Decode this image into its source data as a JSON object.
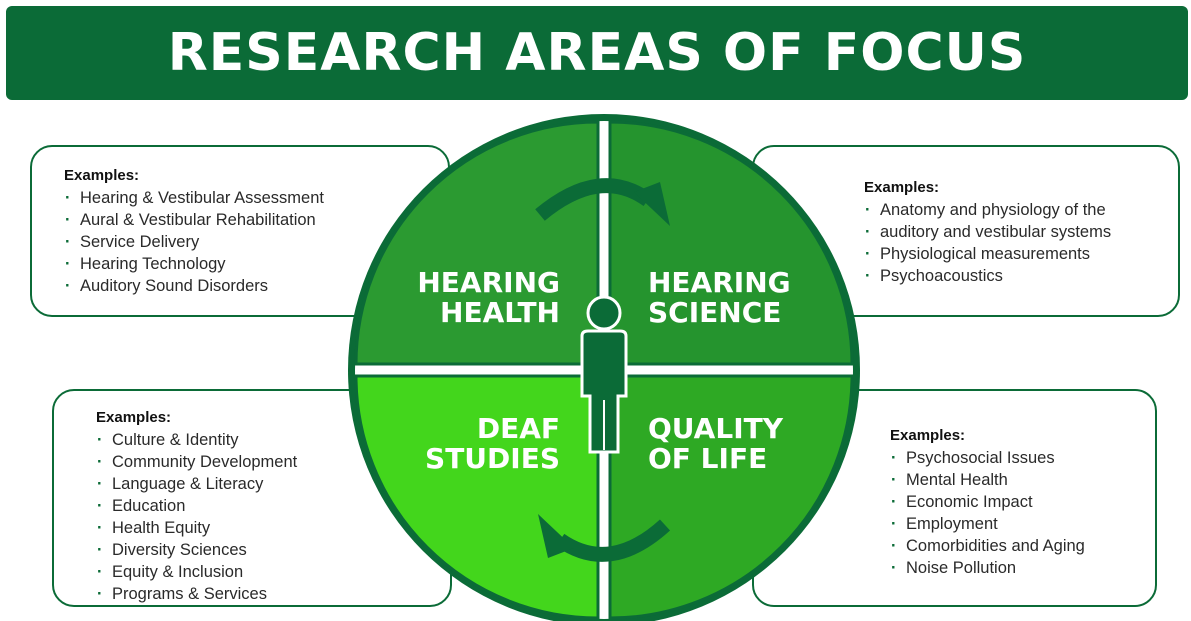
{
  "title": "RESEARCH AREAS OF FOCUS",
  "colors": {
    "dark_green": "#0b6b37",
    "quadrant_health": "#2b9a31",
    "quadrant_science": "#25942e",
    "quadrant_deaf": "#43d61c",
    "quadrant_life": "#2ea924"
  },
  "quadrants": {
    "hearing_health": {
      "line1": "HEARING",
      "line2": "HEALTH"
    },
    "hearing_science": {
      "line1": "HEARING",
      "line2": "SCIENCE"
    },
    "deaf_studies": {
      "line1": "DEAF",
      "line2": "STUDIES"
    },
    "quality_of_life": {
      "line1": "QUALITY",
      "line2": "OF LIFE"
    }
  },
  "icons": [
    "person-icon",
    "curved-arrow-right-icon",
    "curved-arrow-left-icon"
  ],
  "boxes": {
    "hearing_health": {
      "heading": "Examples:",
      "items": [
        "Hearing & Vestibular Assessment",
        "Aural & Vestibular Rehabilitation",
        "Service Delivery",
        "Hearing Technology",
        "Auditory Sound Disorders"
      ]
    },
    "hearing_science": {
      "heading": "Examples:",
      "items": [
        "Anatomy and physiology of the",
        "auditory and vestibular systems",
        "Physiological measurements",
        "Psychoacoustics"
      ]
    },
    "deaf_studies": {
      "heading": "Examples:",
      "items": [
        "Culture & Identity",
        "Community Development",
        "Language & Literacy",
        "Education",
        "Health Equity",
        "Diversity Sciences",
        "Equity & Inclusion",
        "Programs & Services"
      ]
    },
    "quality_of_life": {
      "heading": "Examples:",
      "items": [
        "Psychosocial Issues",
        "Mental Health",
        "Economic Impact",
        "Employment",
        "Comorbidities and Aging",
        "Noise Pollution"
      ]
    }
  }
}
